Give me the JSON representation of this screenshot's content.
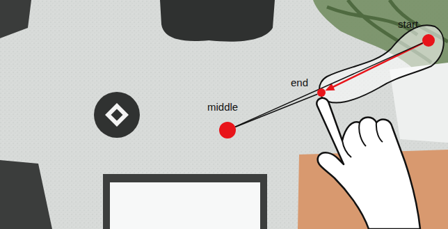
{
  "diagram": {
    "nodes": [
      {
        "text": [
          "start"
        ]
      },
      {
        "text": [
          "end"
        ]
      },
      {
        "text": [
          "middle"
        ]
      }
    ],
    "edges": [
      {
        "from": 0,
        "to": 1,
        "arrow": "to"
      },
      {
        "from": 2,
        "to": 0,
        "arrow": "none"
      },
      {
        "from": 2,
        "to": 1,
        "arrow": "none"
      }
    ]
  }
}
